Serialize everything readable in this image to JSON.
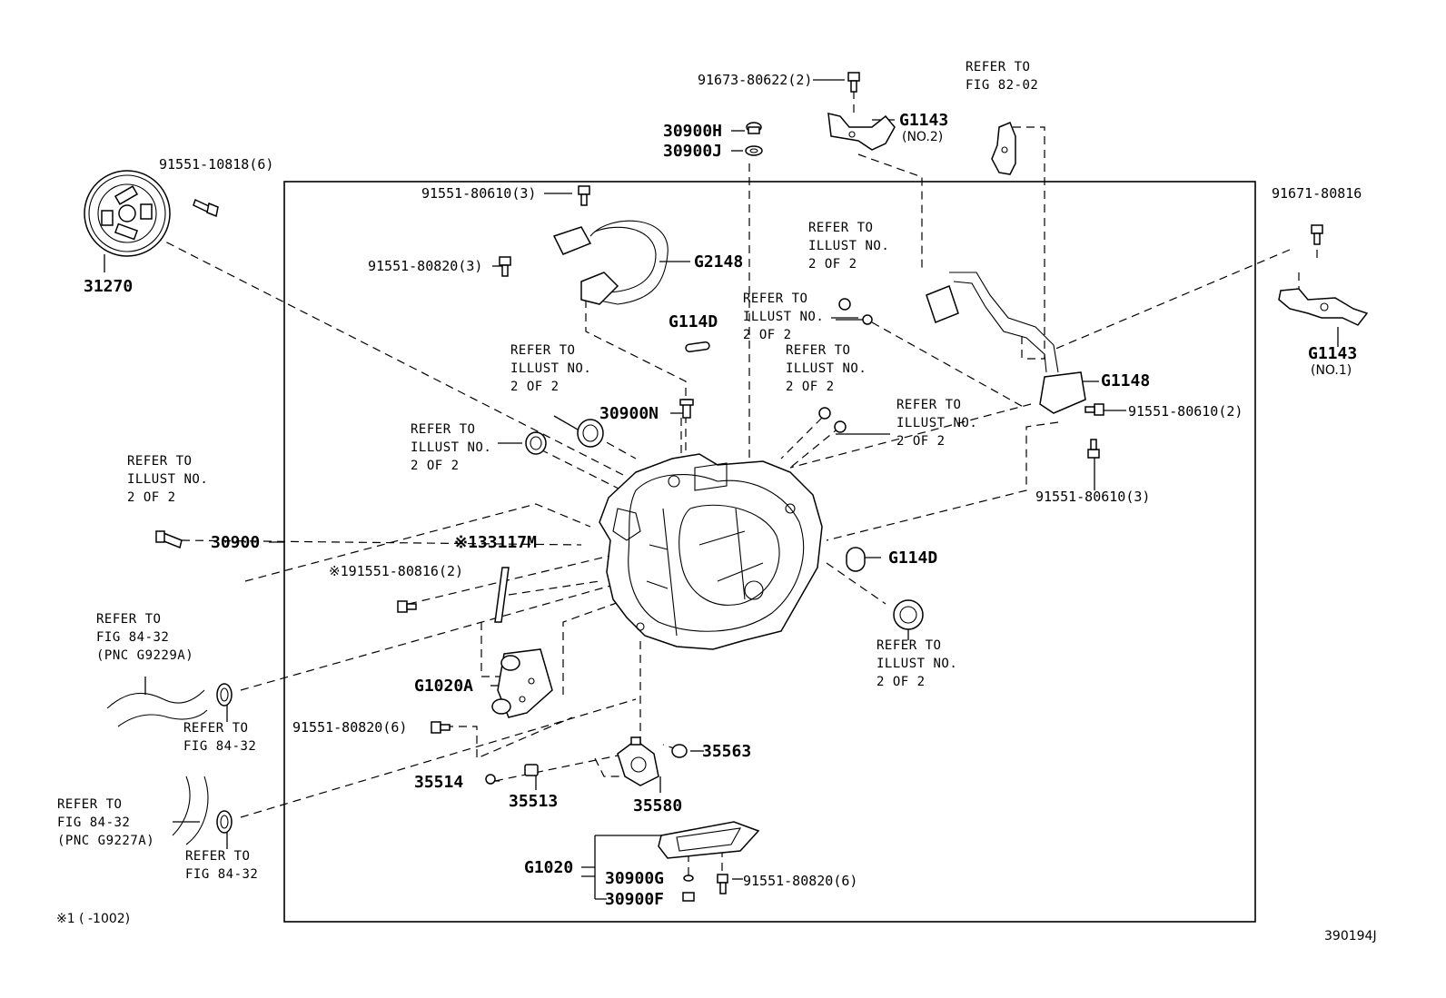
{
  "diagram_id": "390194J",
  "footnote": "※1 (    -1002)",
  "labels": {
    "p31270": "31270",
    "p91551_10818": "91551-10818(6)",
    "p91551_80610_3a": "91551-80610(3)",
    "p91551_80820_3": "91551-80820(3)",
    "pG2148": "G2148",
    "p91673_80622": "91673-80622(2)",
    "p30900H": "30900H",
    "p30900J": "30900J",
    "pG1143_2": "G1143",
    "pNO2": "(NO.2)",
    "pG1143_1": "G1143",
    "pNO1": "(NO.1)",
    "p91671_80816": "91671-80816",
    "pG114D_top": "G114D",
    "p30900N": "30900N",
    "pG1148": "G1148",
    "p91551_80610_2": "91551-80610(2)",
    "p91551_80610_3b": "91551-80610(3)",
    "p30900": "30900",
    "p33117M": "※133117M",
    "p91551_80816_2": "※191551-80816(2)",
    "pG114D_right": "G114D",
    "pG1020A": "G1020A",
    "p91551_80820_6a": "91551-80820(6)",
    "p35514": "35514",
    "p35513": "35513",
    "p35580": "35580",
    "p35563": "35563",
    "pG1020": "G1020",
    "p30900G": "30900G",
    "p30900F": "30900F",
    "p91551_80820_6b": "91551-80820(6)"
  },
  "refs": {
    "fig8202": [
      "REFER TO",
      "FIG 82-02"
    ],
    "illust_a": [
      "REFER TO",
      "ILLUST NO.",
      "2 OF 2"
    ],
    "illust_b": [
      "REFER TO",
      "ILLUST NO.",
      "2 OF 2"
    ],
    "illust_c": [
      "REFER TO",
      "ILLUST NO.",
      "2 OF 2"
    ],
    "illust_d": [
      "REFER TO",
      "ILLUST NO.",
      "2 OF 2"
    ],
    "illust_e": [
      "REFER TO",
      "ILLUST NO.",
      "2 OF 2"
    ],
    "illust_f": [
      "REFER TO",
      "ILLUST NO.",
      "2 OF 2"
    ],
    "illust_g": [
      "REFER TO",
      "ILLUST NO.",
      "2 OF 2"
    ],
    "illust_h": [
      "REFER TO",
      "ILLUST NO.",
      "2 OF 2"
    ],
    "fig8432_a": [
      "REFER TO",
      "FIG 84-32",
      "(PNC G9229A)"
    ],
    "fig8432_b": [
      "REFER TO",
      "FIG 84-32"
    ],
    "fig8432_c": [
      "REFER TO",
      "FIG 84-32",
      "(PNC G9227A)"
    ],
    "fig8432_d": [
      "REFER TO",
      "FIG 84-32"
    ]
  }
}
